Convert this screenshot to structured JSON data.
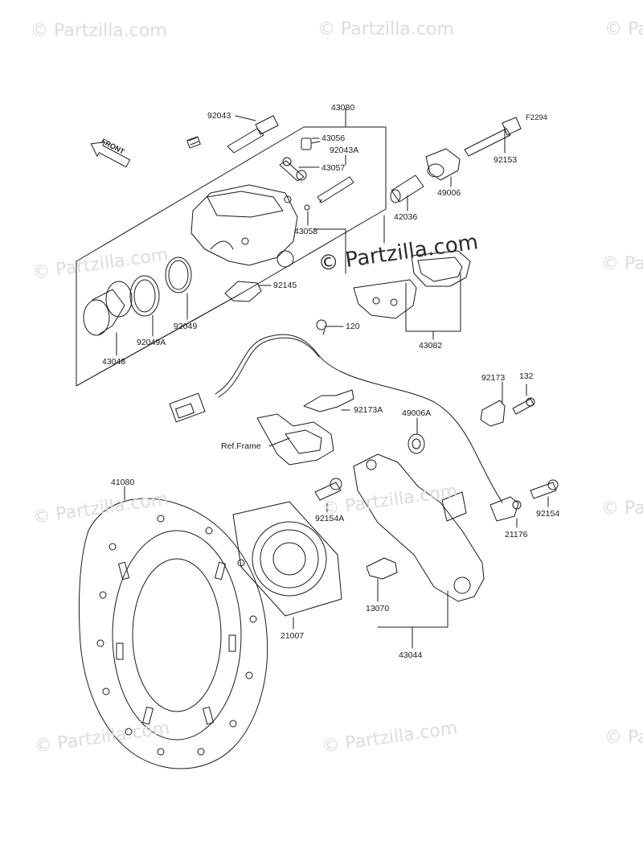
{
  "watermark": "© Partzilla.com",
  "diagram_code": "F2294",
  "front_label": "FRONT",
  "ref_frame_label": "Ref.Frame",
  "colors": {
    "line": "#1a1a1a",
    "watermark": "#dcdcdc",
    "background": "#ffffff"
  },
  "parts": [
    {
      "id": "92043",
      "label": "92043"
    },
    {
      "id": "43080",
      "label": "43080"
    },
    {
      "id": "43056",
      "label": "43056"
    },
    {
      "id": "92043A",
      "label": "92043A"
    },
    {
      "id": "43057",
      "label": "43057"
    },
    {
      "id": "43058",
      "label": "43058"
    },
    {
      "id": "92153",
      "label": "92153"
    },
    {
      "id": "49006",
      "label": "49006"
    },
    {
      "id": "42036",
      "label": "42036"
    },
    {
      "id": "92145",
      "label": "92145"
    },
    {
      "id": "92049",
      "label": "92049"
    },
    {
      "id": "92049A",
      "label": "92049A"
    },
    {
      "id": "43048",
      "label": "43048"
    },
    {
      "id": "120",
      "label": "120"
    },
    {
      "id": "43082",
      "label": "43082"
    },
    {
      "id": "92173",
      "label": "92173"
    },
    {
      "id": "132",
      "label": "132"
    },
    {
      "id": "92173A",
      "label": "92173A"
    },
    {
      "id": "49006A",
      "label": "49006A"
    },
    {
      "id": "41080",
      "label": "41080"
    },
    {
      "id": "92154A",
      "label": "92154A"
    },
    {
      "id": "92154",
      "label": "92154"
    },
    {
      "id": "21176",
      "label": "21176"
    },
    {
      "id": "21007",
      "label": "21007"
    },
    {
      "id": "13070",
      "label": "13070"
    },
    {
      "id": "43044",
      "label": "43044"
    }
  ]
}
